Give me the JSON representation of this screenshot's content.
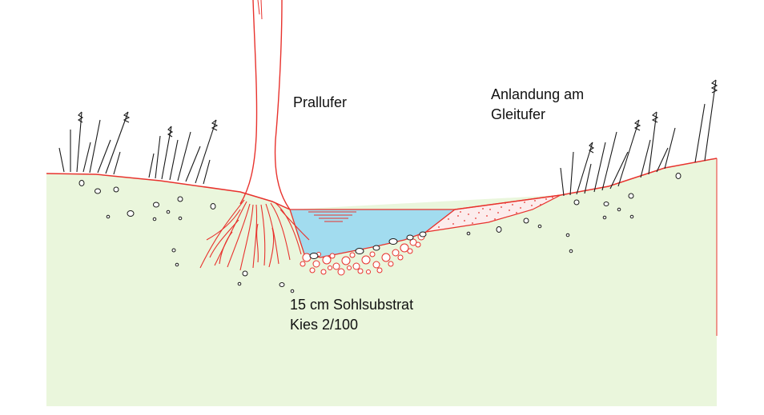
{
  "labels": {
    "prallufer": "Prallufer",
    "anlandung_line1": "Anlandung am",
    "anlandung_line2": "Gleitufer",
    "substrat_line1": "15 cm Sohlsubstrat",
    "substrat_line2": "Kies 2/100"
  },
  "colors": {
    "ground": "#eaf6dc",
    "outline": "#e8322d",
    "water": "#a2dcef",
    "sand": "#fcecec",
    "grass": "#1a1a1a",
    "pebble": "#1a1a1a",
    "text": "#111111"
  }
}
